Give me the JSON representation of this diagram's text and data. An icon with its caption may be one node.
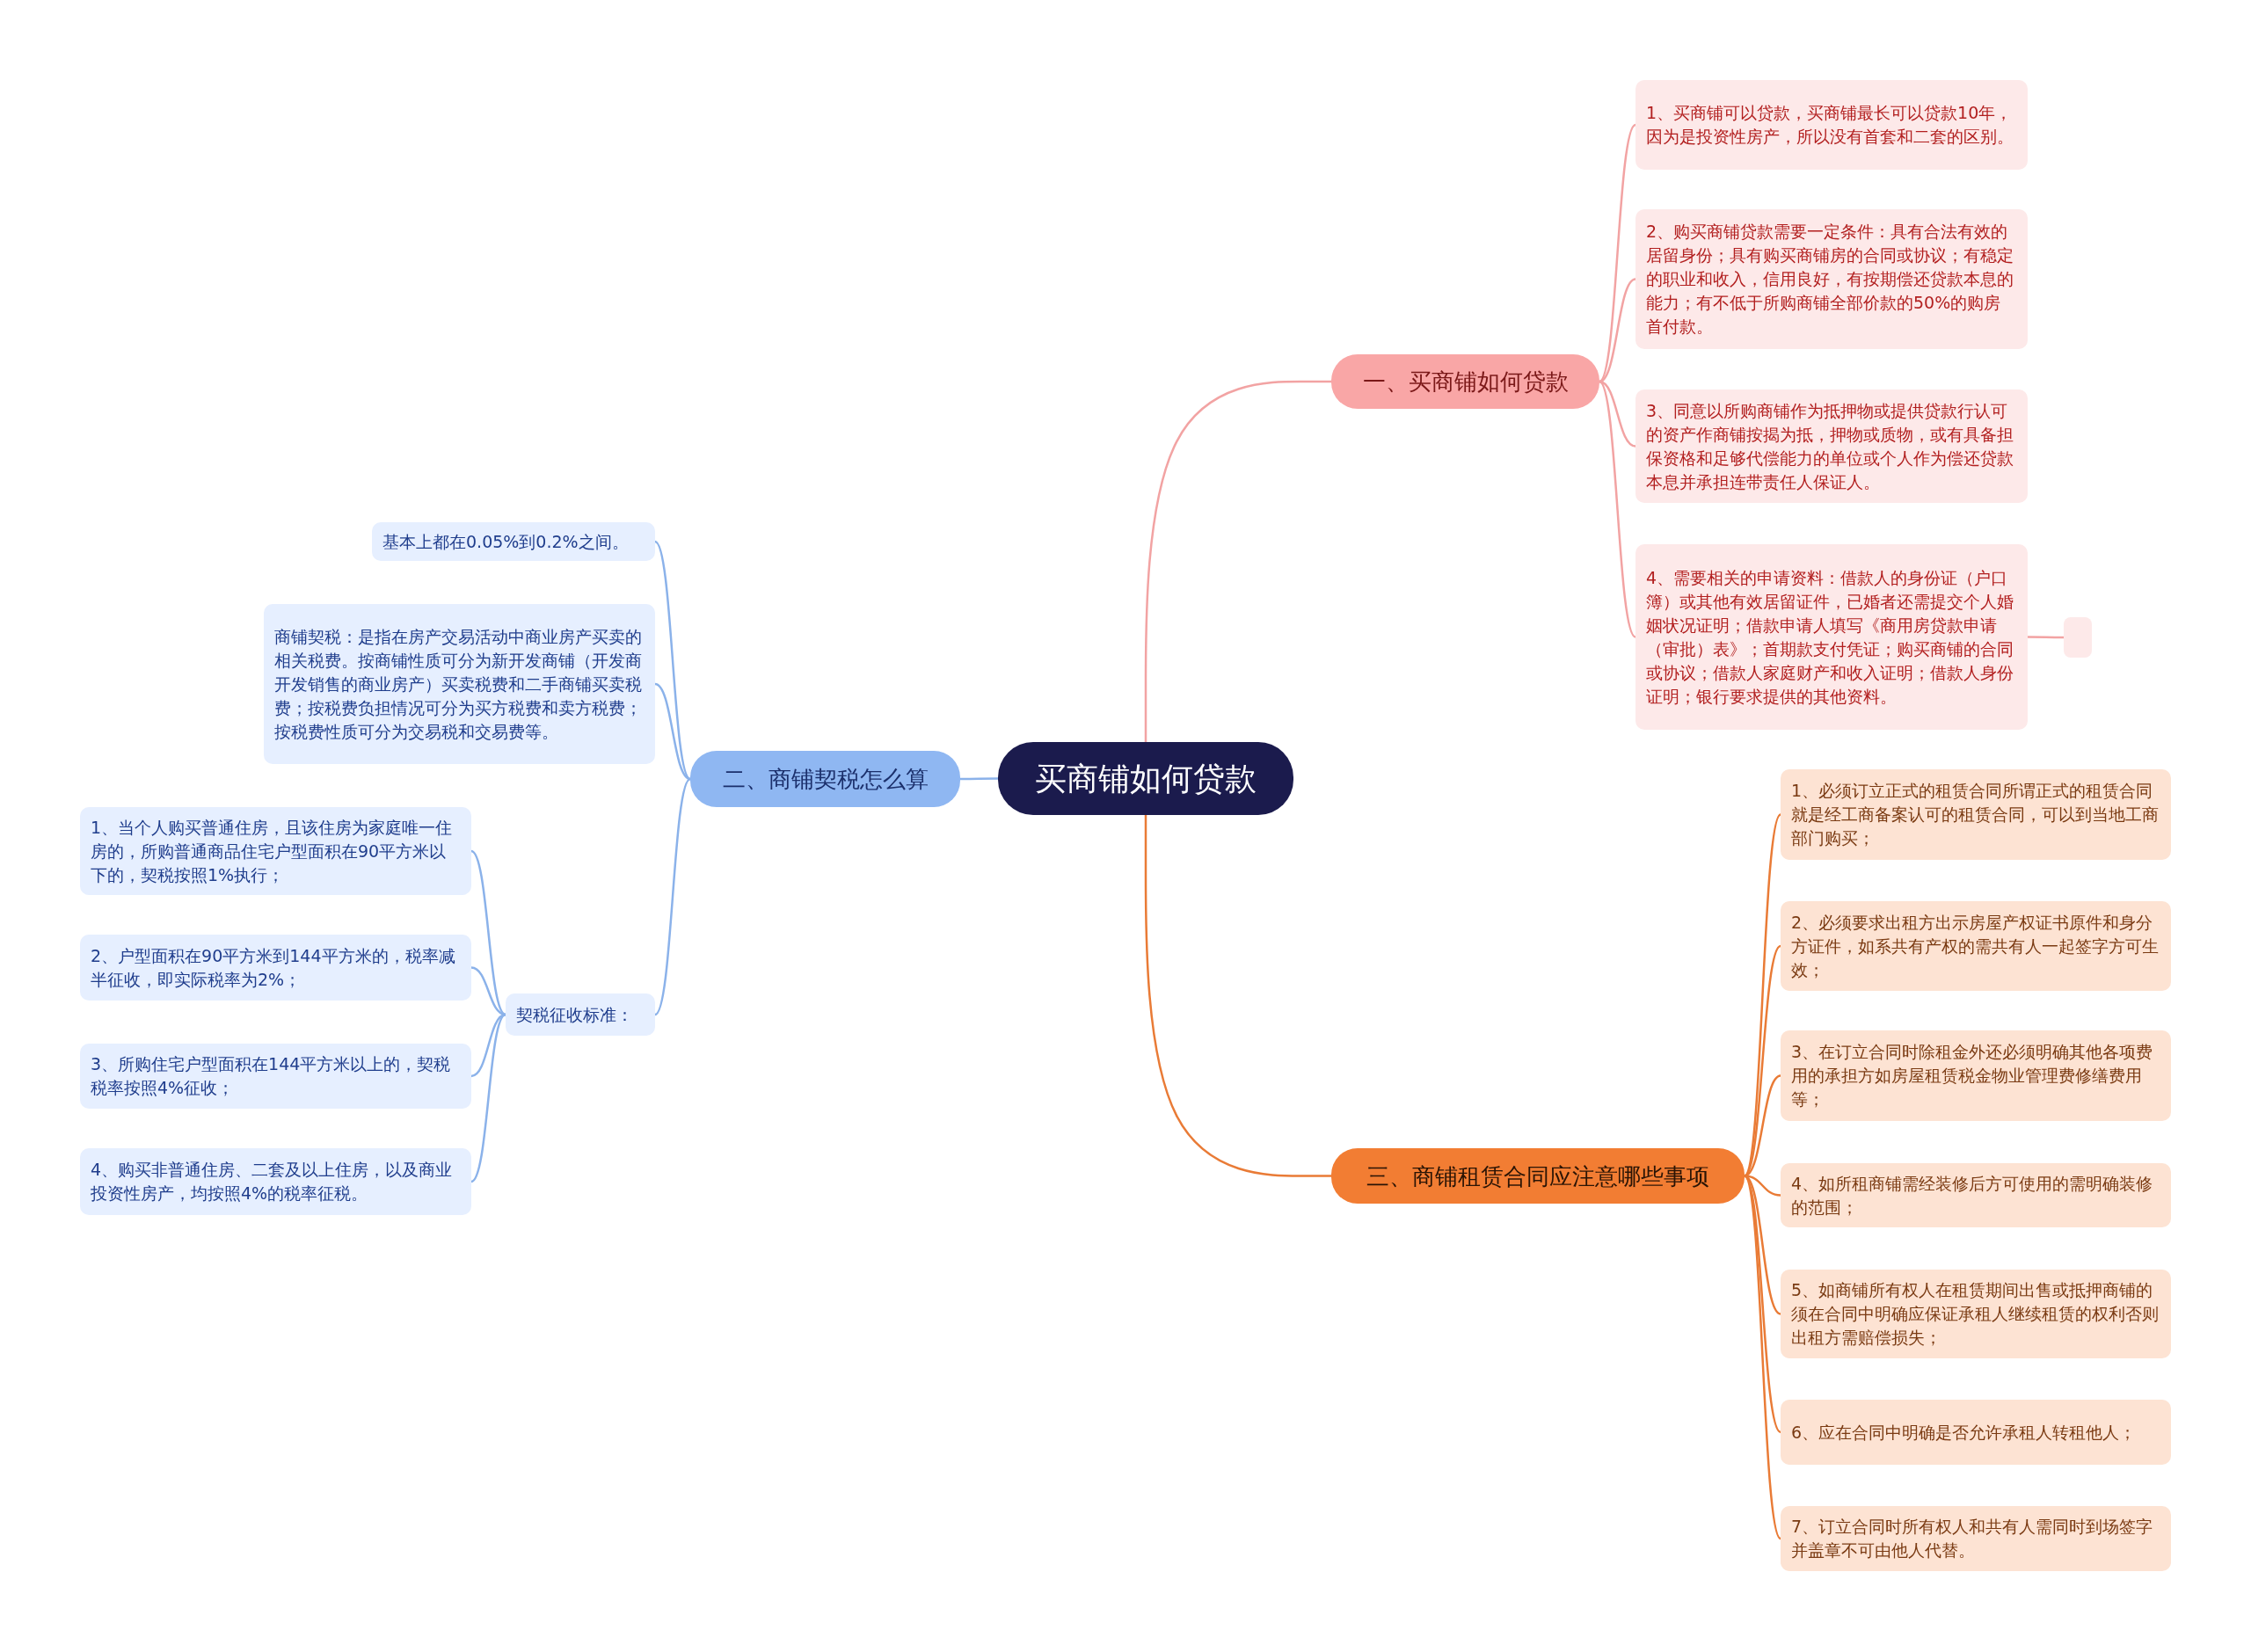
{
  "diagram": {
    "nodes": [
      {
        "text": [
          "买商铺如何贷款"
        ]
      },
      {
        "text": [
          "一、买商铺如何贷款"
        ]
      },
      {
        "text": [
          "1、买商铺可以贷款，买商铺最长可以贷款10年，因为是投资性房产，所以没有首套和二套的区别。"
        ]
      },
      {
        "text": [
          "2、购买商铺贷款需要一定条件：具有合法有效的居留身份；具有购买商铺房的合同或协议；有稳定的职业和收入，信用良好，有按期偿还贷款本息的能力；有不低于所购商铺全部价款的50%的购房首付款。"
        ]
      },
      {
        "text": [
          "3、同意以所购商铺作为抵押物或提供贷款行认可的资产作商铺按揭为抵，押物或质物，或有具备担保资格和足够代偿能力的单位或个人作为偿还贷款本息并承担连带责任人保证人。"
        ]
      },
      {
        "text": [
          "4、需要相关的申请资料：借款人的身份证（户口簿）或其他有效居留证件，已婚者还需提交个人婚姻状况证明；借款申请人填写《商用房贷款申请（审批）表》；首期款支付凭证；购买商铺的合同或协议；借款人家庭财产和收入证明；借款人身份证明；银行要求提供的其他资料。"
        ]
      },
      {
        "text": [],
        "shape": "box"
      },
      {
        "text": [
          "二、商铺契税怎么算"
        ]
      },
      {
        "text": [
          "基本上都在0.05%到0.2%之间。"
        ]
      },
      {
        "text": [
          "商铺契税：是指在房产交易活动中商业房产买卖的相关税费。按商铺性质可分为新开发商铺（开发商开发销售的商业房产）买卖税费和二手商铺买卖税费；按税费负担情况可分为买方税费和卖方税费；按税费性质可分为交易税和交易费等。"
        ]
      },
      {
        "text": [
          "契税征收标准："
        ]
      },
      {
        "text": [
          "1、当个人购买普通住房，且该住房为家庭唯一住房的，所购普通商品住宅户型面积在90平方米以下的，契税按照1%执行；"
        ]
      },
      {
        "text": [
          "2、户型面积在90平方米到144平方米的，税率减半征收，即实际税率为2%；"
        ]
      },
      {
        "text": [
          "3、所购住宅户型面积在144平方米以上的，契税税率按照4%征收；"
        ]
      },
      {
        "text": [
          "4、购买非普通住房、二套及以上住房，以及商业投资性房产，均按照4%的税率征税。"
        ]
      },
      {
        "text": [
          "三、商铺租赁合同应注意哪些事项"
        ]
      },
      {
        "text": [
          "1、必须订立正式的租赁合同所谓正式的租赁合同就是经工商备案认可的租赁合同，可以到当地工商部门购买；"
        ]
      },
      {
        "text": [
          "2、必须要求出租方出示房屋产权证书原件和身分方证件，如系共有产权的需共有人一起签字方可生效；"
        ]
      },
      {
        "text": [
          "3、在订立合同时除租金外还必须明确其他各项费用的承担方如房屋租赁税金物业管理费修缮费用等；"
        ]
      },
      {
        "text": [
          "4、如所租商铺需经装修后方可使用的需明确装修的范围；"
        ]
      },
      {
        "text": [
          "5、如商铺所有权人在租赁期间出售或抵押商铺的须在合同中明确应保证承租人继续租赁的权利否则出租方需赔偿损失；"
        ]
      },
      {
        "text": [
          "6、应在合同中明确是否允许承租人转租他人；"
        ]
      },
      {
        "text": [
          "7、订立合同时所有权人和共有人需同时到场签字并盖章不可由他人代替。"
        ]
      }
    ],
    "edges": [
      {
        "from": 0,
        "to": 1,
        "arrow": "none",
        "color": "#f2a3a3"
      },
      {
        "from": 1,
        "to": 2,
        "arrow": "none",
        "color": "#f2a3a3"
      },
      {
        "from": 1,
        "to": 3,
        "arrow": "none",
        "color": "#f2a3a3"
      },
      {
        "from": 1,
        "to": 4,
        "arrow": "none",
        "color": "#f2a3a3"
      },
      {
        "from": 1,
        "to": 5,
        "arrow": "none",
        "color": "#f2a3a3"
      },
      {
        "from": 5,
        "to": 6,
        "arrow": "none",
        "color": "#f2a3a3"
      },
      {
        "from": 0,
        "to": 7,
        "arrow": "none",
        "color": "#8bb2ea"
      },
      {
        "from": 7,
        "to": 8,
        "arrow": "none",
        "color": "#8bb2ea"
      },
      {
        "from": 7,
        "to": 9,
        "arrow": "none",
        "color": "#8bb2ea"
      },
      {
        "from": 7,
        "to": 10,
        "arrow": "none",
        "color": "#8bb2ea"
      },
      {
        "from": 10,
        "to": 11,
        "arrow": "none",
        "color": "#8bb2ea"
      },
      {
        "from": 10,
        "to": 12,
        "arrow": "none",
        "color": "#8bb2ea"
      },
      {
        "from": 10,
        "to": 13,
        "arrow": "none",
        "color": "#8bb2ea"
      },
      {
        "from": 10,
        "to": 14,
        "arrow": "none",
        "color": "#8bb2ea"
      },
      {
        "from": 0,
        "to": 15,
        "arrow": "none",
        "color": "#e97b36"
      },
      {
        "from": 15,
        "to": 16,
        "arrow": "none",
        "color": "#e97b36"
      },
      {
        "from": 15,
        "to": 17,
        "arrow": "none",
        "color": "#e97b36"
      },
      {
        "from": 15,
        "to": 18,
        "arrow": "none",
        "color": "#e97b36"
      },
      {
        "from": 15,
        "to": 19,
        "arrow": "none",
        "color": "#e97b36"
      },
      {
        "from": 15,
        "to": 20,
        "arrow": "none",
        "color": "#e97b36"
      },
      {
        "from": 15,
        "to": 21,
        "arrow": "none",
        "color": "#e97b36"
      },
      {
        "from": 15,
        "to": 22,
        "arrow": "none",
        "color": "#e97b36"
      }
    ]
  }
}
